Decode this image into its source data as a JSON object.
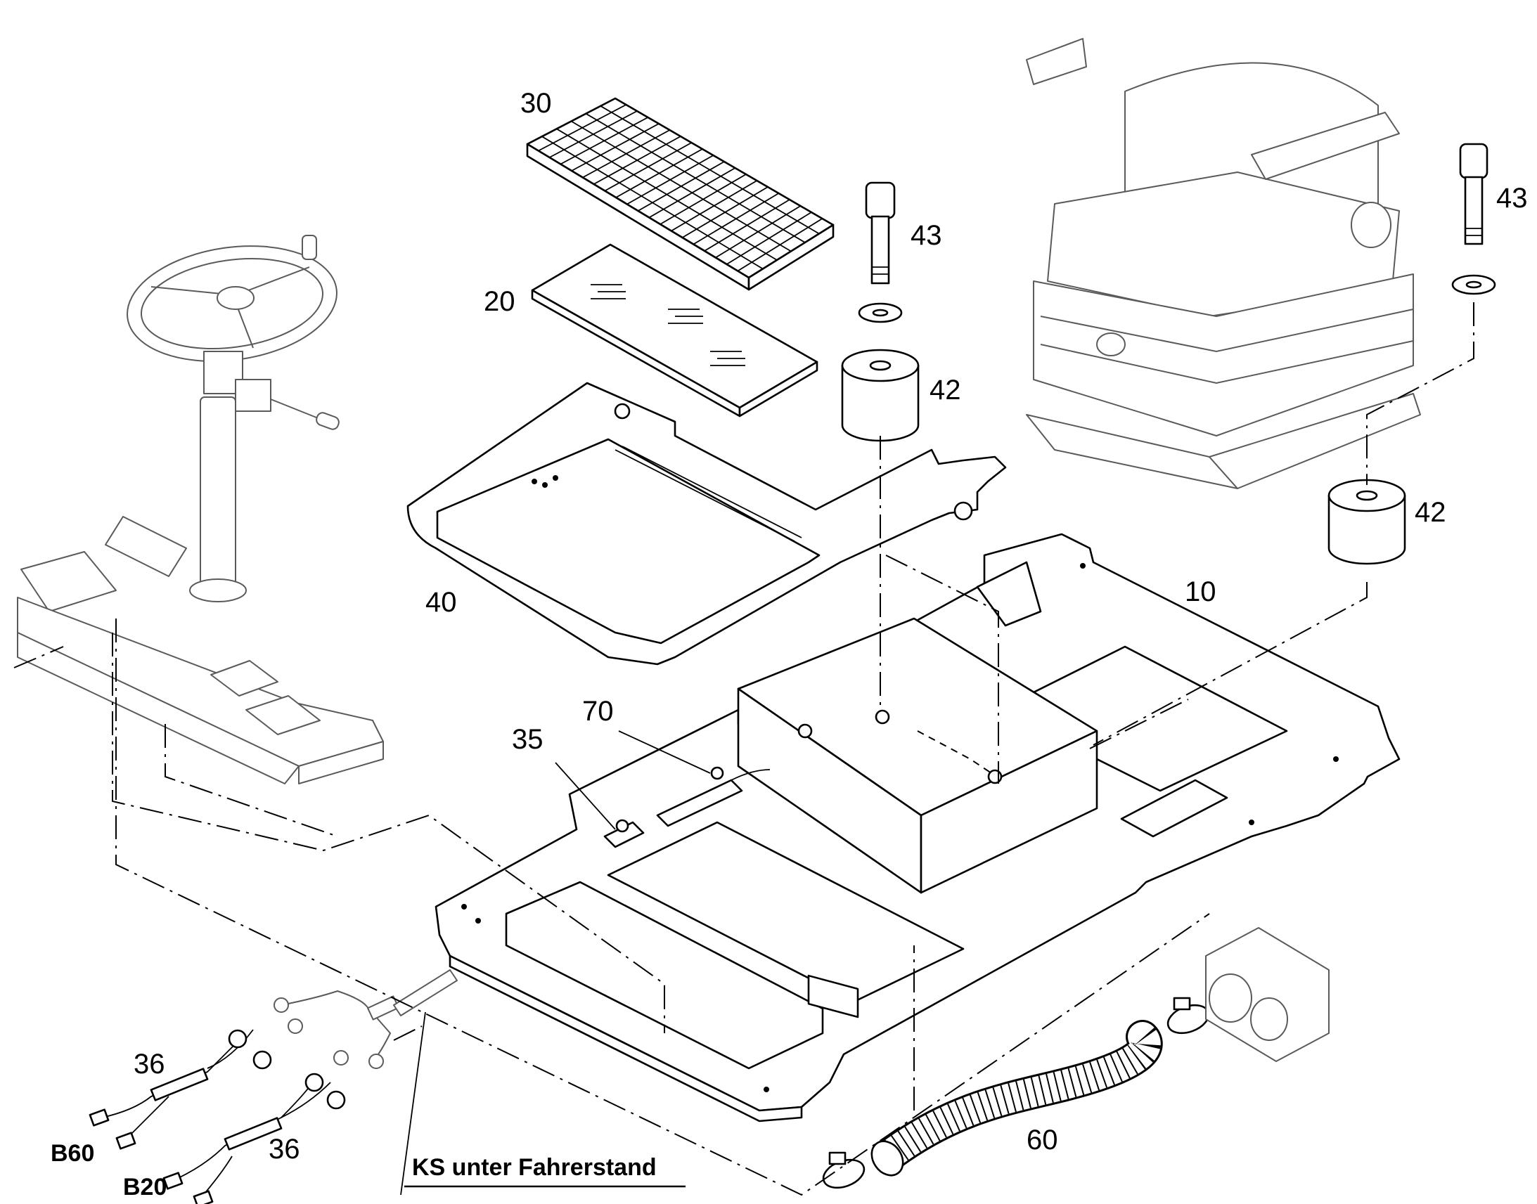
{
  "callouts": {
    "c10": "10",
    "c20": "20",
    "c30": "30",
    "c35": "35",
    "c36a": "36",
    "c36b": "36",
    "c40": "40",
    "c42a": "42",
    "c42b": "42",
    "c43a": "43",
    "c43b": "43",
    "c60": "60",
    "c70": "70"
  },
  "connectors": {
    "b60": "B60",
    "b20": "B20"
  },
  "note": {
    "ks_label": "KS unter Fahrerstand"
  },
  "colors": {
    "line": "#000000",
    "reference_part": "#5a5a5a",
    "background": "#ffffff"
  }
}
